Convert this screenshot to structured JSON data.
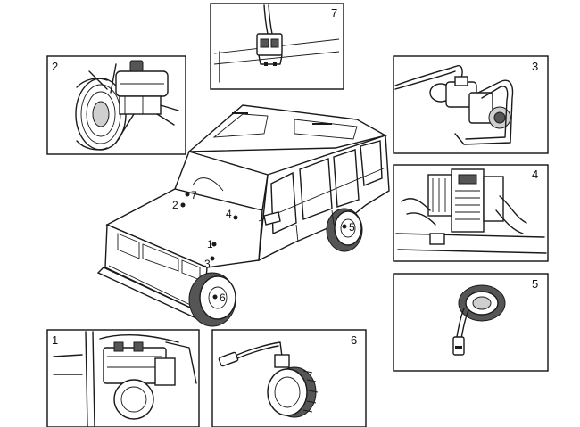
{
  "panels": [
    {
      "id": "panel-1",
      "number": "1"
    },
    {
      "id": "panel-2",
      "number": "2"
    },
    {
      "id": "panel-3",
      "number": "3"
    },
    {
      "id": "panel-4",
      "number": "4"
    },
    {
      "id": "panel-5",
      "number": "5"
    },
    {
      "id": "panel-6",
      "number": "6"
    },
    {
      "id": "panel-7",
      "number": "7"
    }
  ],
  "vehicle_markers": [
    "1",
    "2",
    "3",
    "4",
    "5",
    "6",
    "7"
  ]
}
